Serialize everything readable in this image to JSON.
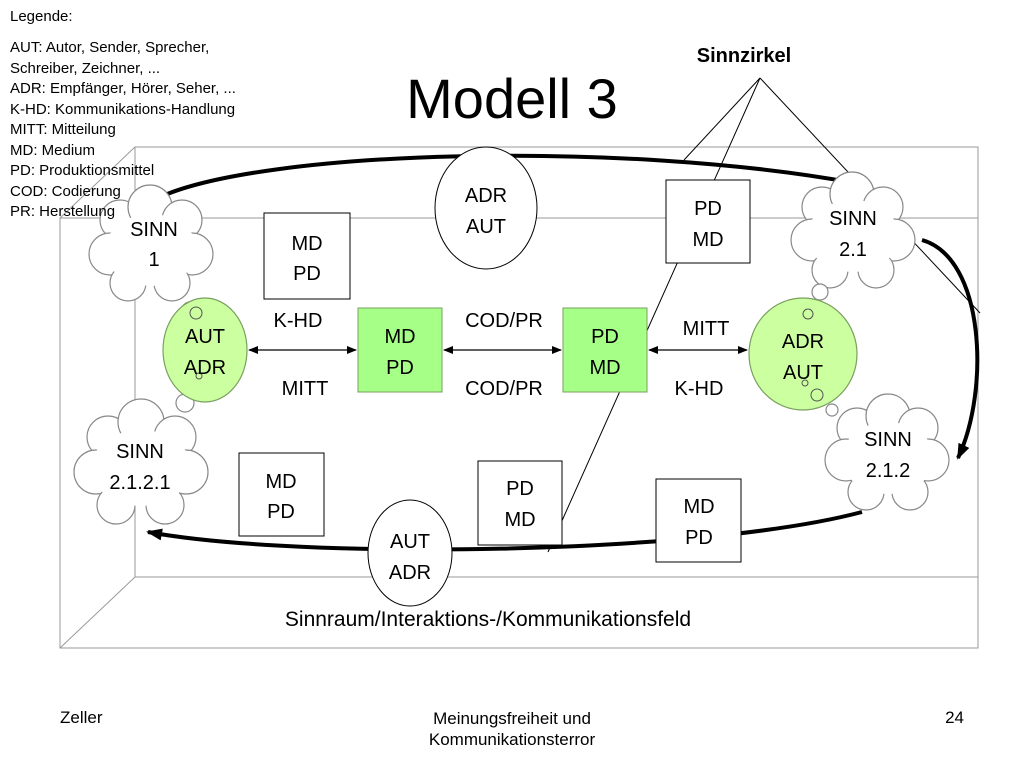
{
  "slide": {
    "title": "Modell 3",
    "sinnzirkel": "Sinnzirkel",
    "field_label": "Sinnraum/Interaktions-/Kommunikationsfeld"
  },
  "legend": {
    "title": "Legende:",
    "items": [
      "AUT: Autor, Sender, Sprecher,",
      "Schreiber, Zeichner, ...",
      "ADR: Empfänger, Hörer, Seher, ...",
      "K-HD: Kommunikations-Handlung",
      "MITT: Mitteilung",
      "MD: Medium",
      "PD: Produktionsmittel",
      "COD: Codierung",
      "PR: Herstellung"
    ]
  },
  "diagram": {
    "clouds": {
      "sinn1": [
        "SINN",
        "1"
      ],
      "sinn21": [
        "SINN",
        "2.1"
      ],
      "sinn212": [
        "SINN",
        "2.1.2"
      ],
      "sinn2121": [
        "SINN",
        "2.1.2.1"
      ]
    },
    "ellipses": {
      "left_green": [
        "AUT",
        "ADR"
      ],
      "right_green": [
        "ADR",
        "AUT"
      ],
      "top": [
        "ADR",
        "AUT"
      ],
      "bottom": [
        "AUT",
        "ADR"
      ]
    },
    "green_boxes": {
      "left": [
        "MD",
        "PD"
      ],
      "right": [
        "PD",
        "MD"
      ]
    },
    "white_boxes": {
      "top_left": [
        "MD",
        "PD"
      ],
      "top_right": [
        "PD",
        "MD"
      ],
      "bottom_left": [
        "MD",
        "PD"
      ],
      "bottom_center": [
        "PD",
        "MD"
      ],
      "bottom_right": [
        "MD",
        "PD"
      ]
    },
    "arrow_labels": {
      "khd_left": "K-HD",
      "mitt_left": "MITT",
      "codpr_top": "COD/PR",
      "codpr_bottom": "COD/PR",
      "mitt_right": "MITT",
      "khd_right": "K-HD"
    },
    "colors": {
      "green_fill": "#ccffa0",
      "green_stroke": "#7aa060",
      "box_green_fill": "#a6ff86",
      "line": "#000000",
      "box_edge": "#9a9a9a"
    }
  },
  "footer": {
    "author": "Zeller",
    "center_line1": "Meinungsfreiheit und",
    "center_line2": "Kommunikationsterror",
    "page": "24"
  }
}
